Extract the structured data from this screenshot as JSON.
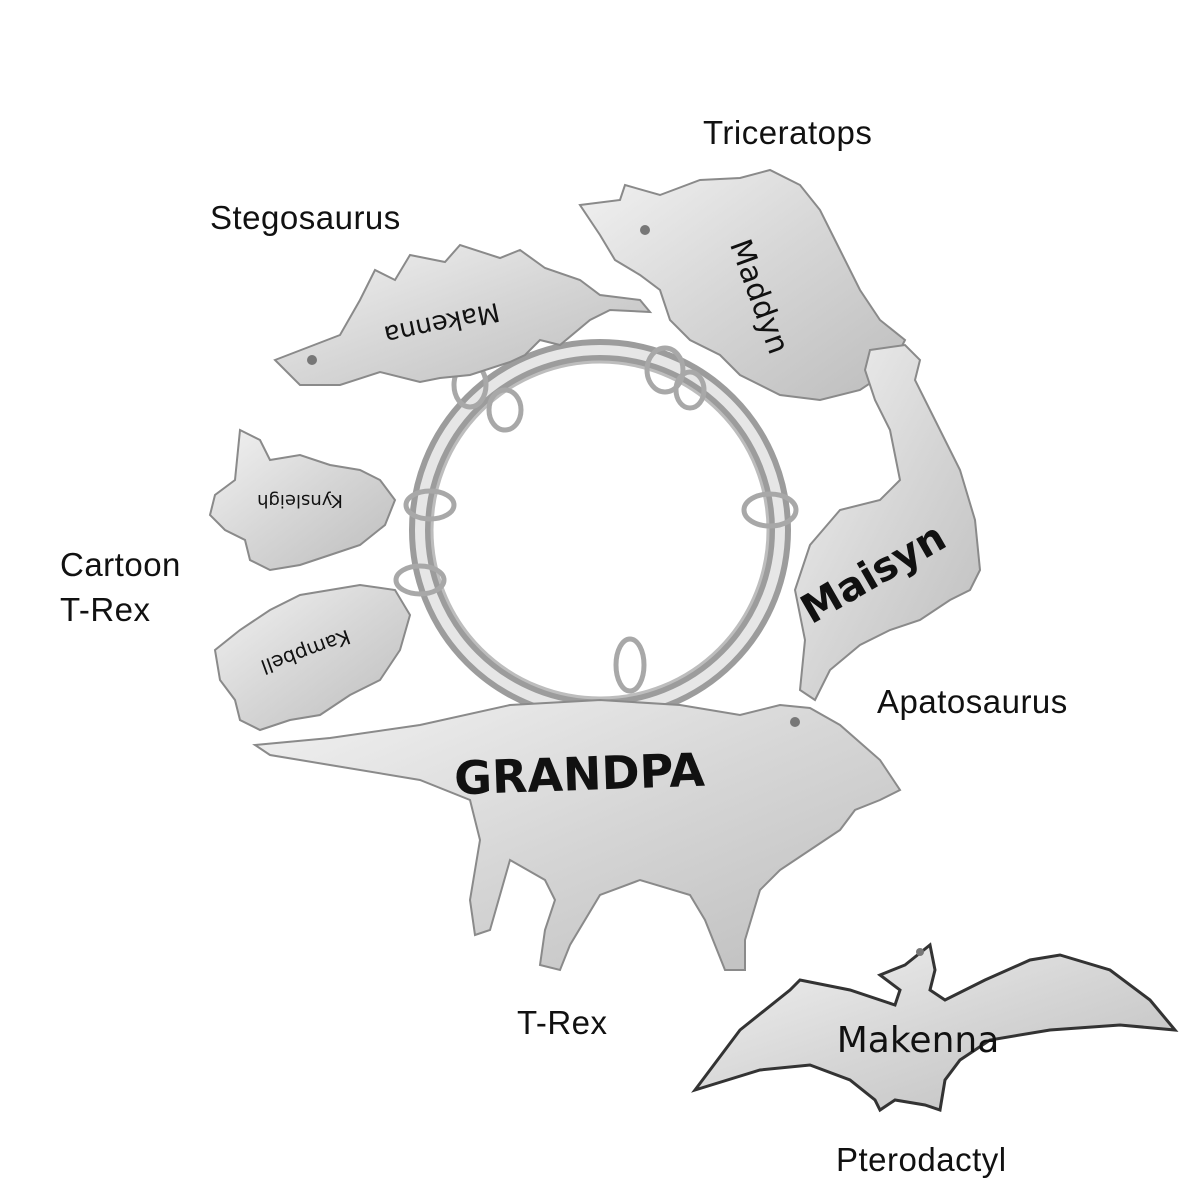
{
  "labels": {
    "triceratops": "Triceratops",
    "stegosaurus": "Stegosaurus",
    "cartoon_trex_line1": "Cartoon",
    "cartoon_trex_line2": "T-Rex",
    "apatosaurus": "Apatosaurus",
    "trex": "T-Rex",
    "pterodactyl": "Pterodactyl"
  },
  "engravings": {
    "stegosaurus": "Makenna",
    "triceratops": "Maddyn",
    "cartoon_trex_top": "Kynsleigh",
    "cartoon_trex_bottom": "Kampbell",
    "apatosaurus": "Maisyn",
    "trex": "GRANDPA",
    "pterodactyl": "Makenna"
  },
  "colors": {
    "metal": "#d9d9d9",
    "metal_edge": "#9a9a9a",
    "text": "#111111",
    "background": "#ffffff"
  }
}
